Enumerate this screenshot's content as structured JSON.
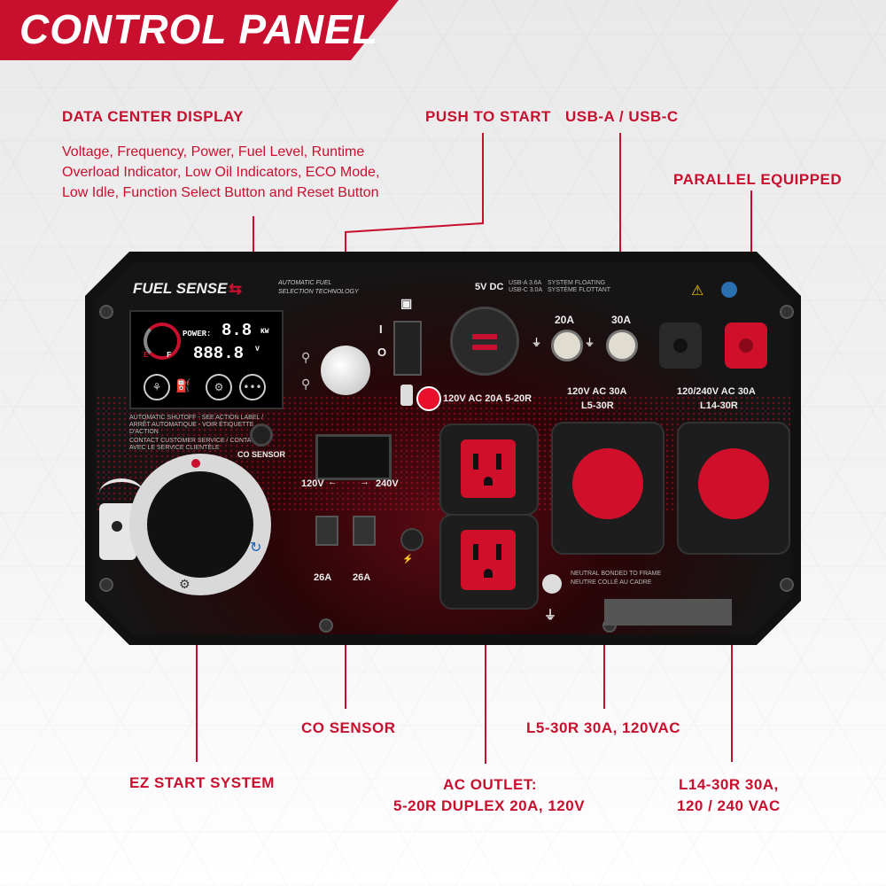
{
  "banner": {
    "title": "CONTROL PANEL"
  },
  "callouts": {
    "data_center_display": "DATA CENTER DISPLAY",
    "data_center_desc": [
      "Voltage, Frequency, Power, Fuel Level, Runtime",
      "Overload Indicator, Low Oil Indicators, ECO Mode,",
      "Low Idle, Function Select Button and Reset Button"
    ],
    "push_to_start": "PUSH TO START",
    "usb": "USB-A / USB-C",
    "parallel": "PARALLEL EQUIPPED",
    "co_sensor": "CO SENSOR",
    "ez_start": "EZ START SYSTEM",
    "l5_30r": "L5-30R 30A, 120VAC",
    "ac_outlet_line1": "AC OUTLET:",
    "ac_outlet_line2": "5-20R DUPLEX 20A, 120V",
    "l14_line1": "L14-30R 30A,",
    "l14_line2": "120 / 240 VAC"
  },
  "panel": {
    "brand": "FUEL SENSE",
    "brand_tag_1": "AUTOMATIC FUEL",
    "brand_tag_2": "SELECTION TECHNOLOGY",
    "display": {
      "power_label": "POWER:",
      "power_value": "8.8",
      "power_unit": "KW",
      "volt_value": "888.8",
      "volt_unit": "V",
      "fuel_e": "E",
      "fuel_f": "F"
    },
    "usb_label": "5V DC",
    "usb_a": "USB-A 3.6A",
    "usb_c": "USB-C 3.0A",
    "floating_1": "SYSTEM FLOATING",
    "floating_2": "SYSTÈME FLOTTANT",
    "breaker_20a": "20A",
    "breaker_30a": "30A",
    "outlet_20a": "120V AC 20A 5-20R",
    "outlet_l5_1": "120V AC 30A",
    "outlet_l5_2": "L5-30R",
    "outlet_l14_1": "120/240V AC 30A",
    "outlet_l14_2": "L14-30R",
    "co_sensor": "CO SENSOR",
    "volt_120": "120V",
    "volt_240": "240V",
    "breaker_26a_1": "26A",
    "breaker_26a_2": "26A",
    "neutral_1": "NEUTRAL BONDED TO FRAME",
    "neutral_2": "NEUTRE COLLÉ AU CADRE",
    "warn_1": "AUTOMATIC SHUTOFF - SEE ACTION LABEL /",
    "warn_2": "ARRÊT AUTOMATIQUE - VOIR ÉTIQUETTE",
    "warn_3": "D'ACTION",
    "warn_4": "CONTACT CUSTOMER SERVICE / CONTACT",
    "warn_5": "AVEC LE SERVICE CLIENTÈLE",
    "switch_on": "I",
    "switch_off": "O"
  },
  "colors": {
    "accent": "#c8102e",
    "panel": "#111111"
  }
}
